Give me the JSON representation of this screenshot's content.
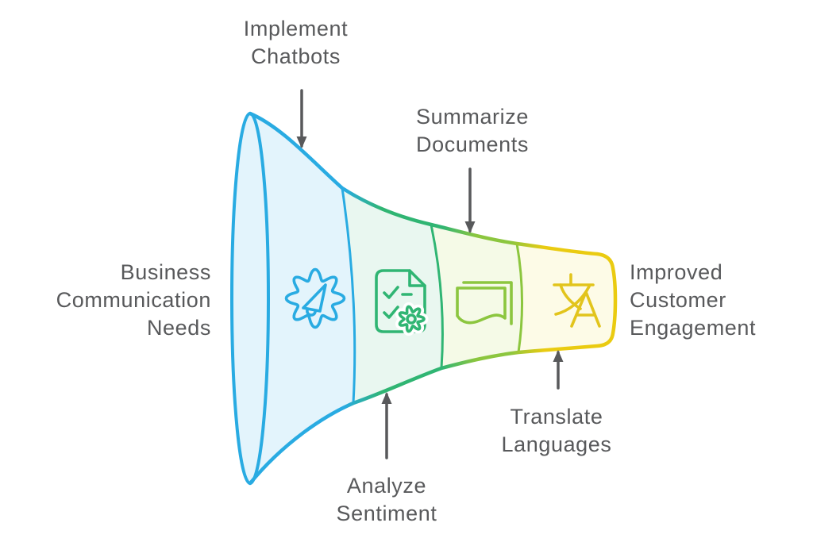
{
  "colors": {
    "text": "#58595B",
    "arrow": "#58595B",
    "background": "#FFFFFF"
  },
  "funnel": {
    "left_label": {
      "lines": [
        "Business",
        "Communication",
        "Needs"
      ]
    },
    "right_label": {
      "lines": [
        "Improved",
        "Customer",
        "Engagement"
      ]
    },
    "edge_colors": [
      "#29ABE2",
      "#30B573",
      "#8CC63F",
      "#EACB11"
    ],
    "segments": [
      {
        "label_lines": [
          "Implement",
          "Chatbots"
        ],
        "icon": "gear-megaphone-icon",
        "stroke": "#29ABE2",
        "fill": "#E3F4FC",
        "arrow_direction": "down"
      },
      {
        "label_lines": [
          "Analyze",
          "Sentiment"
        ],
        "icon": "document-checklist-gear-icon",
        "stroke": "#30B573",
        "fill": "#E9F7F0",
        "arrow_direction": "up"
      },
      {
        "label_lines": [
          "Summarize",
          "Documents"
        ],
        "icon": "stacked-pages-icon",
        "stroke": "#8CC63F",
        "fill": "#F5FAE7",
        "arrow_direction": "down"
      },
      {
        "label_lines": [
          "Translate",
          "Languages"
        ],
        "icon": "translate-icon",
        "stroke": "#E2C41C",
        "fill": "#FDFBE7",
        "arrow_direction": "up"
      }
    ]
  }
}
